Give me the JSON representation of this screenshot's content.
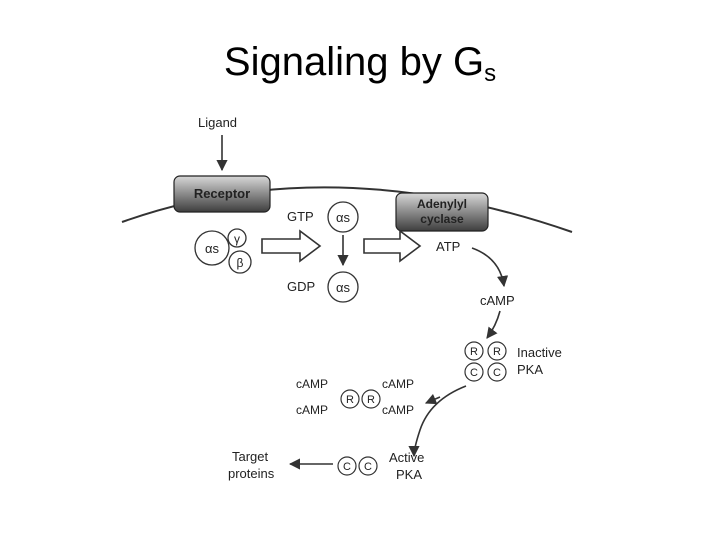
{
  "title": {
    "main": "Signaling by G",
    "subscript": "s"
  },
  "diagram": {
    "ligand": "Ligand",
    "receptor": "Receptor",
    "adenylyl_line1": "Adenylyl",
    "adenylyl_line2": "cyclase",
    "gtp": "GTP",
    "gdp": "GDP",
    "alpha_s": "αs",
    "gamma": "γ",
    "beta": "β",
    "atp": "ATP",
    "camp": "cAMP",
    "inactive_line1": "Inactive",
    "inactive_line2": "PKA",
    "active_line1": "Active",
    "active_line2": "PKA",
    "r": "R",
    "c": "C",
    "target_line1": "Target",
    "target_line2": "proteins"
  },
  "colors": {
    "box_dark": "#4a4a4a",
    "box_light": "#cfcfcf",
    "stroke": "#333333"
  }
}
